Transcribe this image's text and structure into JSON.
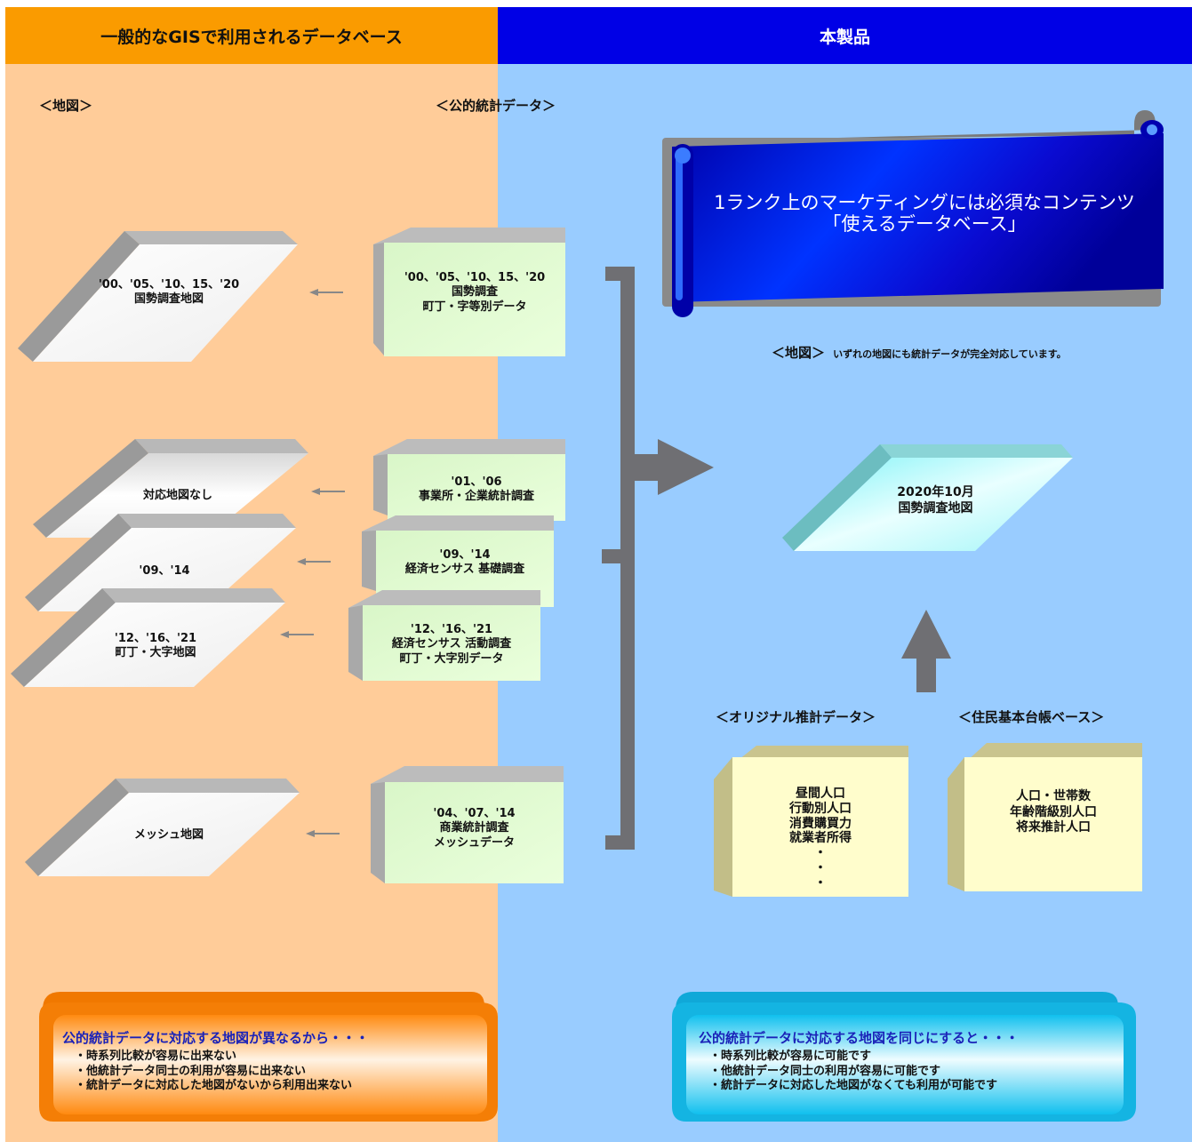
{
  "header": {
    "left_title": "一般的なGISで利用されるデータベース",
    "right_title": "本製品",
    "left_color": "#fa9b00",
    "right_color": "#0000e6"
  },
  "left": {
    "map_heading": "＜地図＞",
    "stats_heading": "＜公的統計データ＞",
    "maps": [
      {
        "text": "'00、'05、'10、15、'20\n国勢調査地図"
      },
      {
        "text": "対応地図なし"
      },
      {
        "text": "'09、'14"
      },
      {
        "text": "'12、'16、'21\n町丁・大字地図"
      },
      {
        "text": "メッシュ地図"
      }
    ],
    "data": [
      {
        "text": "'00、'05、'10、15、'20\n国勢調査\n町丁・字等別データ"
      },
      {
        "text": "'01、'06\n事業所・企業統計調査"
      },
      {
        "text": "'09、'14\n経済センサス 基礎調査"
      },
      {
        "text": "'12、'16、'21\n経済センサス 活動調査\n町丁・大字別データ"
      },
      {
        "text": "'04、'07、'14\n商業統計調査\nメッシュデータ"
      }
    ],
    "banner": {
      "title": "公的統計データに対応する地図が異なるから・・・",
      "items": [
        "・時系列比較が容易に出来ない",
        "・他統計データ同士の利用が容易に出来ない",
        "・統計データに対応した地図がないから利用出来ない"
      ]
    }
  },
  "right": {
    "scroll_text": "1ランク上のマーケティングには必須なコンテンツ\n「使えるデータベース」",
    "map_heading": "＜地図＞",
    "map_note": "いずれの地図にも統計データが完全対応しています。",
    "map_box": "2020年10月\n国勢調査地図",
    "original_heading": "＜オリジナル推計データ＞",
    "original_box": "昼間人口\n行動別人口\n消費購買力\n就業者所得\n・\n・\n・",
    "resident_heading": "＜住民基本台帳ベース＞",
    "resident_box": "人口・世帯数\n年齢階級別人口\n将来推計人口",
    "banner": {
      "title": "公的統計データに対応する地図を同じにすると・・・",
      "items": [
        "・時系列比較が容易に可能です",
        "・他統計データ同士の利用が容易に可能です",
        "・統計データに対応した地図がなくても利用が可能です"
      ]
    }
  }
}
